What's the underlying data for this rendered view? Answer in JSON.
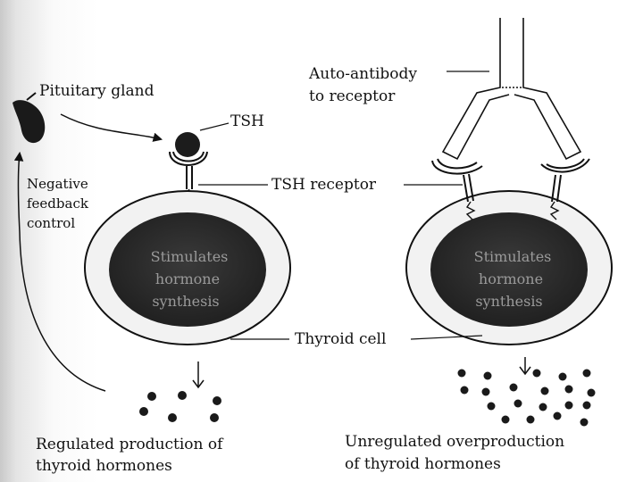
{
  "labels": {
    "pituitary": "Pituitary gland",
    "tsh": "TSH",
    "feedback": [
      "Negative",
      "feedback",
      "control"
    ],
    "receptor": "TSH receptor",
    "antibody": [
      "Auto-antibody",
      "to receptor"
    ],
    "thyroid_cell": "Thyroid cell",
    "cell_left": [
      "Stimulates",
      "hormone",
      "synthesis"
    ],
    "cell_right": [
      "Stimulates",
      "hormone",
      "synthesis"
    ],
    "regulated": [
      "Regulated production of",
      "thyroid hormones"
    ],
    "unregulated": [
      "Unregulated overproduction",
      "of thyroid hormones"
    ]
  },
  "colors": {
    "ink": "#111111",
    "nucleus": "#2e2e2e",
    "cell_fill": "#f2f2f2",
    "margin_shadow": "#c9c9c9"
  }
}
